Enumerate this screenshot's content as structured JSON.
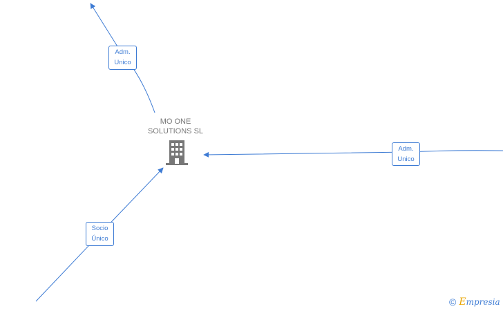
{
  "company": {
    "name": "MO ONE\nSOLUTIONS  SL",
    "icon": "building-icon"
  },
  "relations": [
    {
      "id": "adm-top",
      "label": "Adm.\nUnico",
      "direction": "company-to-person"
    },
    {
      "id": "adm-right",
      "label": "Adm.\nUnico",
      "direction": "person-to-company"
    },
    {
      "id": "socio",
      "label": "Socio\nÚnico",
      "direction": "person-to-company"
    }
  ],
  "watermark": {
    "copyright_symbol": "©",
    "brand_initial": "E",
    "brand_rest": "mpresia"
  },
  "colors": {
    "edge": "#3d7bd4",
    "company_text": "#777777",
    "icon": "#777777",
    "brand_accent": "#e8a400"
  }
}
